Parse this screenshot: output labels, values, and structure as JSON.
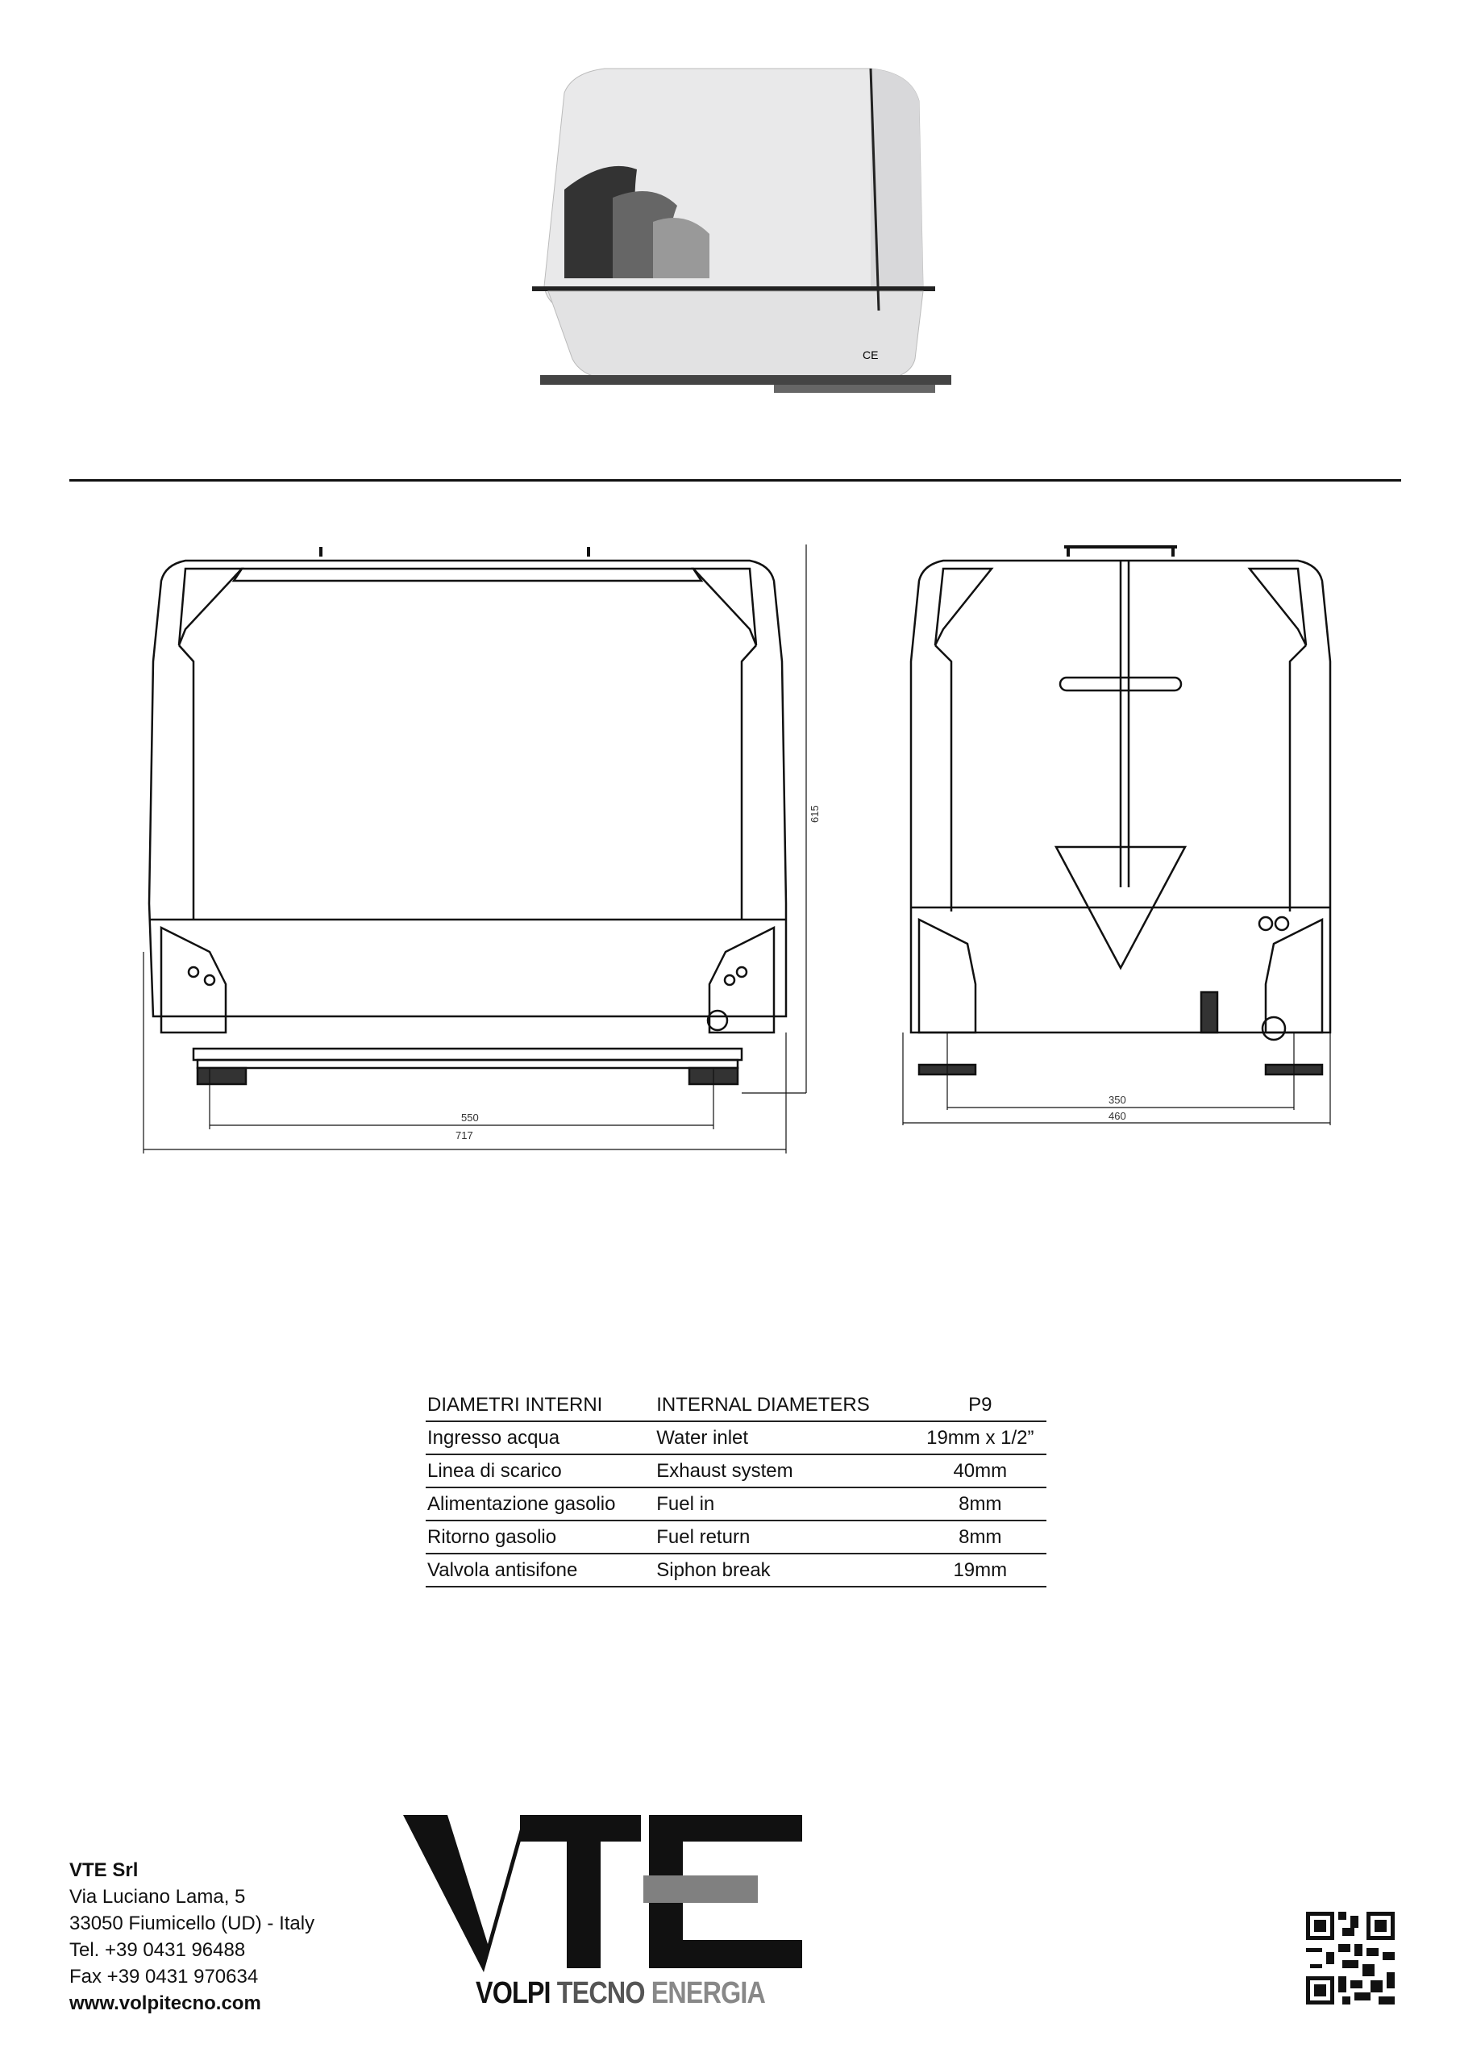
{
  "drawing": {
    "front_dims": {
      "inner_width": "550",
      "total_width": "717",
      "height": "615"
    },
    "side_dims": {
      "inner_width": "350",
      "total_width": "460"
    },
    "product_mark": "CE"
  },
  "table": {
    "headers": [
      "DIAMETRI INTERNI",
      "INTERNAL DIAMETERS",
      "P9"
    ],
    "rows": [
      [
        "Ingresso acqua",
        "Water inlet",
        "19mm x 1/2”"
      ],
      [
        "Linea di scarico",
        "Exhaust system",
        "40mm"
      ],
      [
        "Alimentazione gasolio",
        "Fuel in",
        "8mm"
      ],
      [
        "Ritorno gasolio",
        "Fuel return",
        "8mm"
      ],
      [
        "Valvola antisifone",
        "Siphon break",
        "19mm"
      ]
    ]
  },
  "footer": {
    "company": "VTE Srl",
    "address": "Via Luciano Lama, 5",
    "city": "33050 Fiumicello (UD) - Italy",
    "tel": "Tel. +39 0431 96488",
    "fax": "Fax +39 0431 970634",
    "web": "www.volpitecno.com",
    "logo": {
      "letters": "VTE",
      "tag1": "VOLPI",
      "tag2": "TECNO",
      "tag3": "ENERGIA"
    }
  },
  "colors": {
    "ink": "#111111",
    "logo_grey": "#808080",
    "housing": "#e6e6e6"
  }
}
